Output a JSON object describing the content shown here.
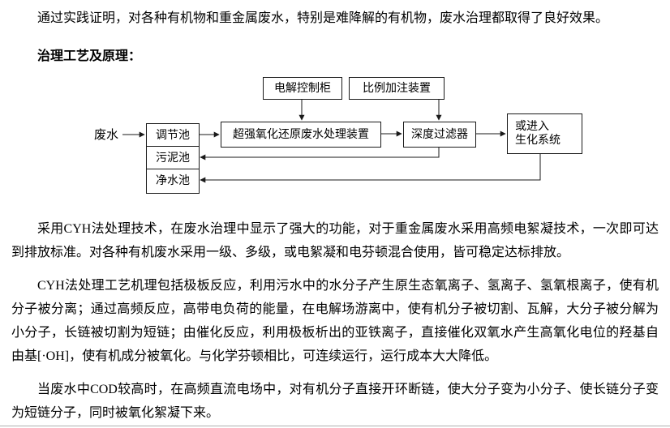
{
  "colors": {
    "background": "#ffffff",
    "text": "#000000",
    "diagram_line": "#1a1a1a",
    "bottom_rule": "#b0b0b0"
  },
  "intro": "通过实践证明，对各种有机物和重金属废水，特别是难降解的有机物，废水治理都取得了良好效果。",
  "heading": "治理工艺及原理：",
  "diagram": {
    "feed_label": "废水",
    "electrolysis_cabinet": "电解控制柜",
    "dosing_device": "比例加注装置",
    "oxidation_device": "超强氧化还原废水处理装置",
    "depth_filter": "深度过滤器",
    "biochem_line1": "或进入",
    "biochem_line2": "生化系统",
    "regulating_pool": "调节池",
    "sludge_pool": "污泥池",
    "clean_pool": "净水池"
  },
  "paragraphs": [
    "采用CYH法处理技术，在废水治理中显示了强大的功能，对于重金属废水采用高频电絮凝技术，一次即可达到排放标准。对各种有机废水采用一级、多级，或电絮凝和电芬顿混合使用，皆可稳定达标排放。",
    "CYH法处理工艺机理包括极板反应，利用污水中的水分子产生原生态氧离子、氢离子、氢氧根离子，使有机分子被分离；通过高频反应，高带电负荷的能量，在电解场游离中，使有机分子被切割、瓦解，大分子被分解为小分子，长链被切割为短链；由催化反应，利用极板析出的亚铁离子，直接催化双氧水产生高氧化电位的羟基自由基[·OH]，使有机成分被氧化。与化学芬顿相比，可连续运行，运行成本大大降低。",
    "当废水中COD较高时，在高频直流电场中，对有机分子直接开环断链，使大分子变为小分子、使长链分子变为短链分子，同时被氧化絮凝下来。"
  ]
}
